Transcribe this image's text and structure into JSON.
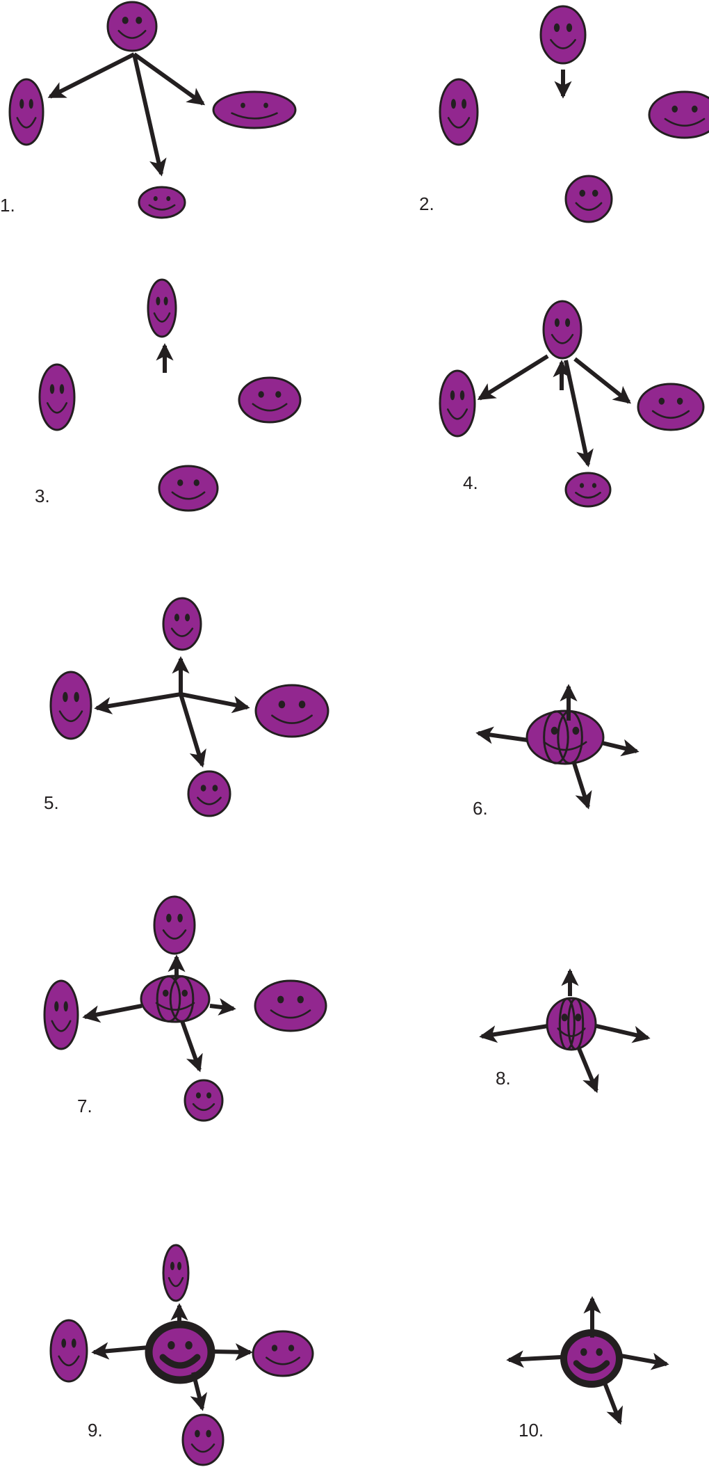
{
  "panels": [
    {
      "id": 1,
      "label": "1."
    },
    {
      "id": 2,
      "label": "2."
    },
    {
      "id": 3,
      "label": "3."
    },
    {
      "id": 4,
      "label": "4."
    },
    {
      "id": 5,
      "label": "5."
    },
    {
      "id": 6,
      "label": "6."
    },
    {
      "id": 7,
      "label": "7."
    },
    {
      "id": 8,
      "label": "8."
    },
    {
      "id": 9,
      "label": "9."
    },
    {
      "id": 10,
      "label": "10."
    }
  ],
  "colors": {
    "face_fill": "#92278f",
    "stroke": "#231f20",
    "background": "#ffffff"
  },
  "icons": [
    "smiley-face-icon",
    "arrow-icon",
    "split-ring-icon"
  ]
}
